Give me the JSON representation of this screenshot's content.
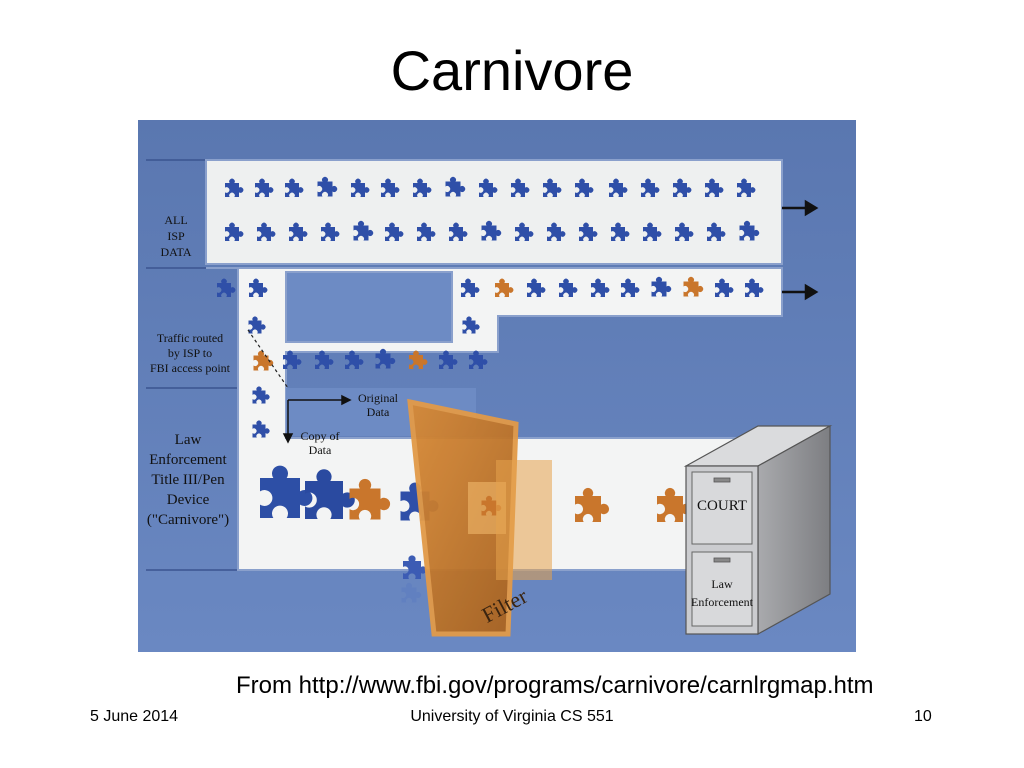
{
  "slide": {
    "title": "Carnivore",
    "source_text": "From http://www.fbi.gov/programs/carnivore/carnlrgmap.htm",
    "footer": {
      "date": "5 June 2014",
      "course": "University of Virginia CS 551",
      "page": "10"
    }
  },
  "diagram": {
    "labels": {
      "all_isp_data": [
        "ALL",
        "ISP",
        "DATA"
      ],
      "traffic_routed": [
        "Traffic routed",
        "by ISP to",
        "FBI access point"
      ],
      "law_enforcement_device": [
        "Law",
        "Enforcement",
        "Title III/Pen",
        "Device",
        "(\"Carnivore\")"
      ],
      "original_data": [
        "Original",
        "Data"
      ],
      "copy_of_data": [
        "Copy of",
        "Data"
      ],
      "filter": "Filter",
      "court": "COURT",
      "law_enforcement_drawer": [
        "Law",
        "Enforcement"
      ]
    },
    "colors": {
      "background": "#5b7bb4",
      "channel": "#f3f4f4",
      "packet_blue": "#2f4fa8",
      "packet_orange": "#c9762c",
      "filter": "#c07a2c",
      "cabinet": "#c9cacc"
    }
  }
}
